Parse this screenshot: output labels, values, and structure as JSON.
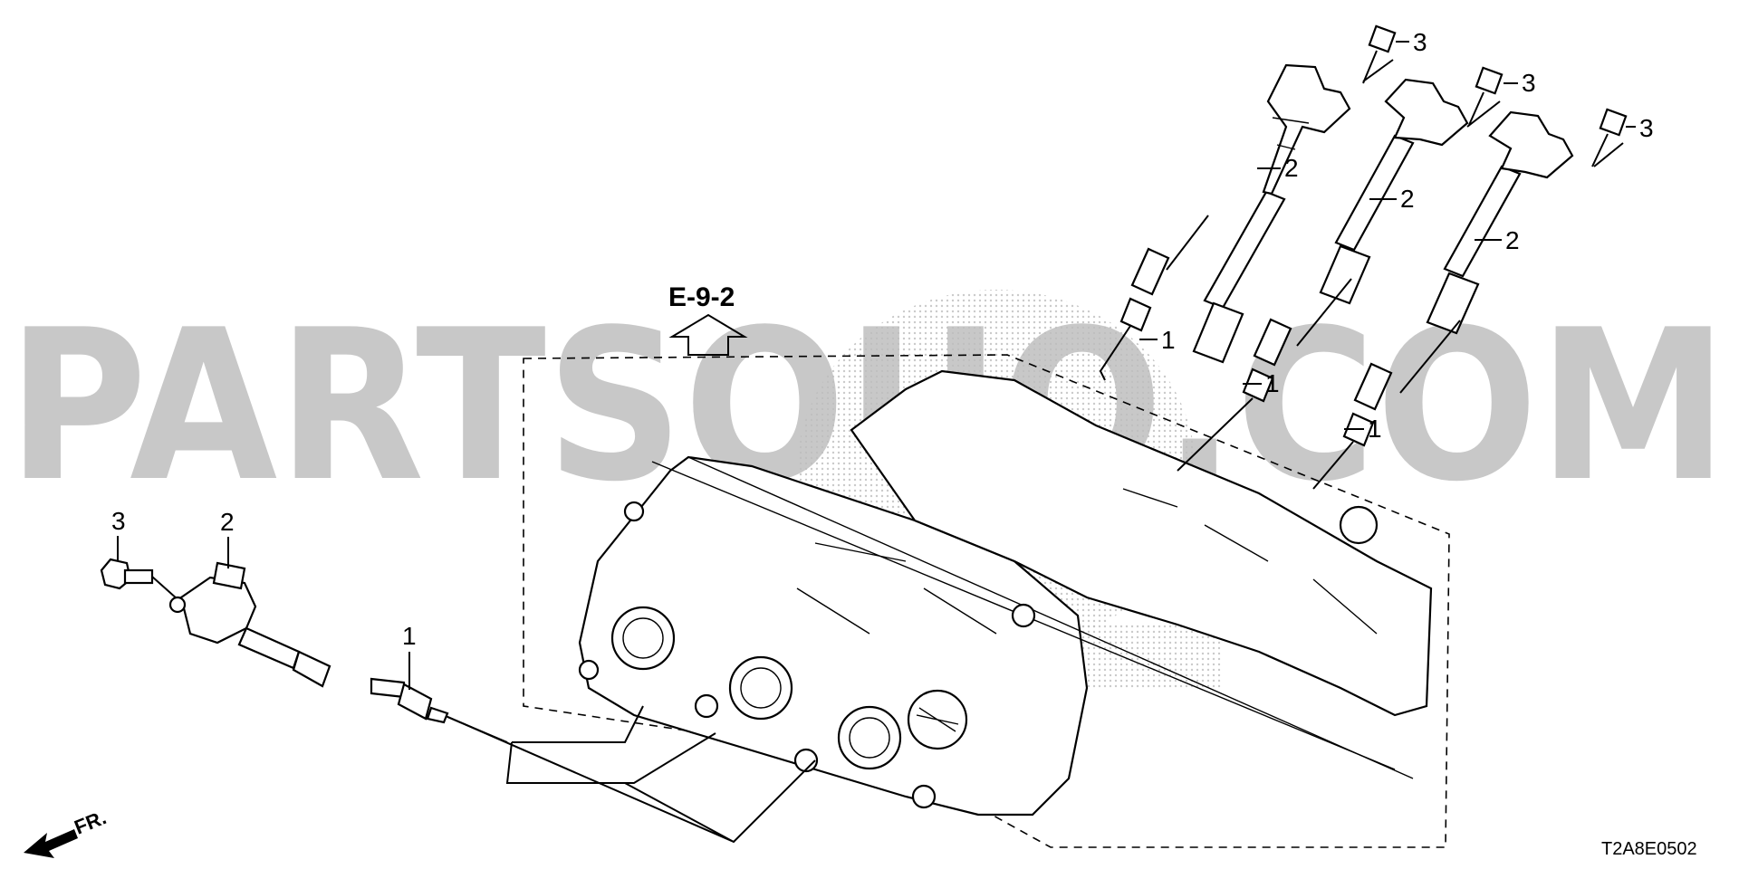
{
  "watermark": "PARTSOUQ.COM",
  "reference": "E-9-2",
  "diagram_code": "T2A8E0502",
  "front_indicator": "FR.",
  "callouts": {
    "spark_plug": "1",
    "ignition_coil": "2",
    "bolt": "3"
  }
}
